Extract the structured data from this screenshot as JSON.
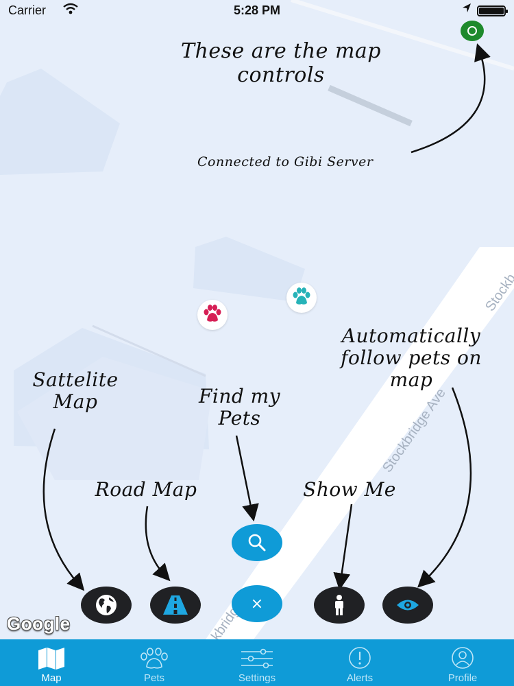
{
  "status_bar": {
    "carrier": "Carrier",
    "time": "5:28 PM"
  },
  "map": {
    "street_label": "Stockbridge Ave",
    "street_label_partial": "Stockb",
    "street_label_partial_bottom": "kbridge",
    "provider_logo": "Google"
  },
  "annotations": {
    "map_controls": "These are the map controls",
    "server": "Connected to Gibi Server",
    "satellite": "Sattelite Map",
    "find_pets": "Find my Pets",
    "follow": "Automatically follow pets on map",
    "road": "Road Map",
    "show_me": "Show Me"
  },
  "controls": {
    "close_glyph": "×"
  },
  "tabs": [
    {
      "label": "Map",
      "icon": "map-icon",
      "active": true
    },
    {
      "label": "Pets",
      "icon": "paw-icon",
      "active": false
    },
    {
      "label": "Settings",
      "icon": "sliders-icon",
      "active": false
    },
    {
      "label": "Alerts",
      "icon": "alert-icon",
      "active": false
    },
    {
      "label": "Profile",
      "icon": "profile-icon",
      "active": false
    }
  ],
  "colors": {
    "tab_bar": "#0f9bd7",
    "map_bg": "#e6eefa",
    "paw_red": "#d61f55",
    "paw_teal": "#27b3b8",
    "server_connected": "#1e8a2c",
    "control_dark": "#202124"
  }
}
